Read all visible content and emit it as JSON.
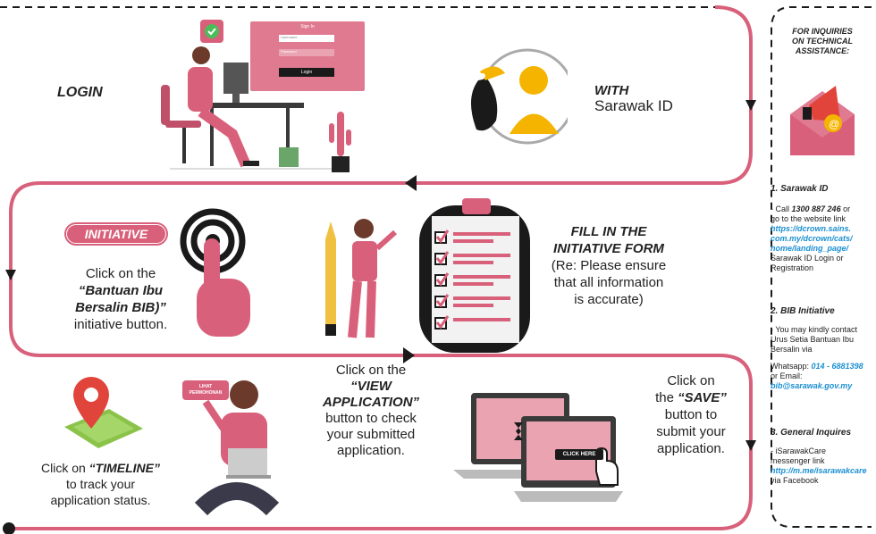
{
  "step1": {
    "login_label": "LOGIN",
    "with_label": "WITH",
    "sarawak_id_label": "Sarawak ID",
    "login_button": "Login",
    "login_title": "Sign In",
    "username_placeholder": "Username",
    "password_placeholder": "Password"
  },
  "step2": {
    "badge": "INITIATIVE",
    "click_on": "Click on the",
    "initiative_name_1": "“Bantuan Ibu",
    "initiative_name_2": "Bersalin BIB)”",
    "initiative_button": "initiative button.",
    "fill_title_1": "FILL IN THE",
    "fill_title_2": "INITIATIVE FORM",
    "note_1": "(Re: Please ensure",
    "note_2": "that all information",
    "note_3": "is accurate)"
  },
  "step3": {
    "timeline_prefix": "Click on ",
    "timeline_bold": "“TIMELINE”",
    "timeline_2": "to track your",
    "timeline_3": "application status.",
    "view_1": "Click on the",
    "view_2": "“VIEW",
    "view_3": "APPLICATION”",
    "view_4": "button to check",
    "view_5": "your submitted",
    "view_6": "application.",
    "lihat_1": "LIHAT",
    "lihat_2": "PERMOHONAN",
    "click_here": "CLICK HERE",
    "save_1": "Click on",
    "save_2_prefix": "the ",
    "save_2_bold": "“SAVE”",
    "save_3": "button to",
    "save_4": "submit your",
    "save_5": "application."
  },
  "sidebar": {
    "title_1": "FOR INQUIRIES",
    "title_2": "ON TECHNICAL",
    "title_3": "ASSISTANCE:",
    "s1_heading": "1.  Sarawak ID",
    "s1_call_prefix": "- Call ",
    "s1_phone": "1300 887 246",
    "s1_call_suffix": " or",
    "s1_line2": "go to the website link",
    "s1_link_1": "https://dcrown.sains.",
    "s1_link_2": "com.my/dcrown/cats/",
    "s1_link_3": "home/landing_page/",
    "s1_line3": "Sarawak ID Login or",
    "s1_line4": "Registration",
    "s2_heading": "2.  BIB Initiative",
    "s2_line1": "- You may kindly contact",
    "s2_line2": "Urus Setia Bantuan Ibu",
    "s2_line3": "Bersalin via",
    "s2_whatsapp_prefix": "Whatsapp: ",
    "s2_whatsapp": "014 - 6881398",
    "s2_or_email": "or Email:",
    "s2_email": "bib@sarawak.gov.my",
    "s3_heading": "3.  General Inquires",
    "s3_line1": "- iSarawakCare",
    "s3_line2": "messenger link",
    "s3_link": "http://m.me/isarawakcare",
    "s3_line3": "via Facebook"
  },
  "colors": {
    "accent": "#d9607a",
    "pink_light": "#e9a3b1",
    "dark": "#1a1a1a",
    "link_blue": "#1b8fd1"
  }
}
